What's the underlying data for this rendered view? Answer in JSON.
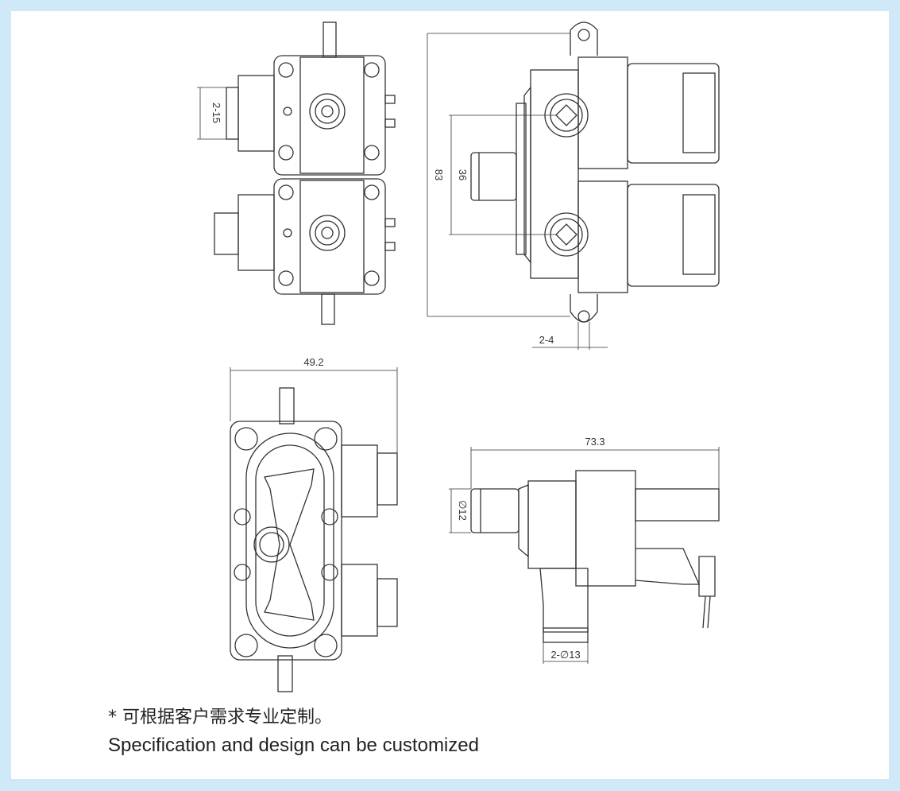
{
  "colors": {
    "frame": "#cfe9f8",
    "line": "#333333",
    "paper": "#ffffff"
  },
  "dimensions": {
    "pin_pitch": "2-15",
    "total_height": "83",
    "port_spacing": "36",
    "mount_hole": "2-4",
    "body_width": "49.2",
    "total_length": "73.3",
    "inlet_diameter": "∅12",
    "outlet_diameter": "2-∅13"
  },
  "notes": {
    "chinese": "* 可根据客户需求专业定制。",
    "english": "Specification and design can be customized"
  }
}
